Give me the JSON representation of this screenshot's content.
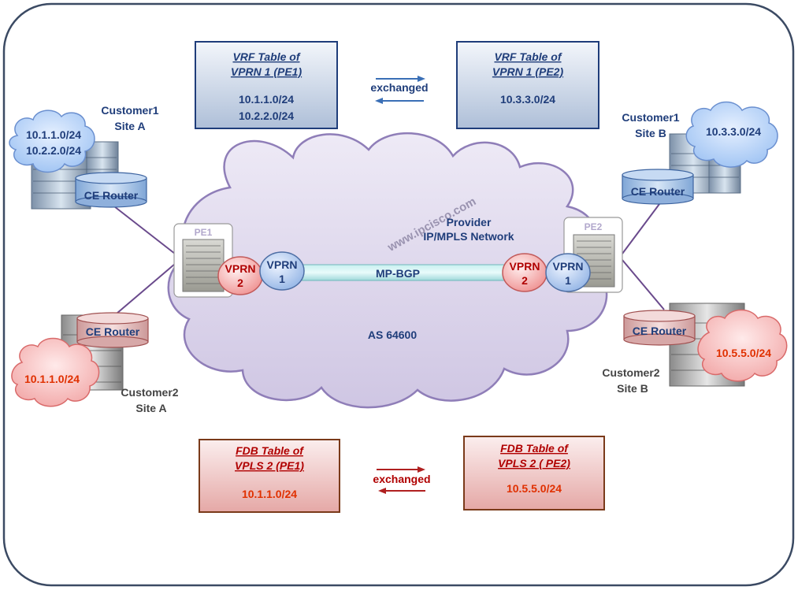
{
  "vrf_left": {
    "title_line1": "VRF Table of",
    "title_line2": "VPRN 1 (PE1)",
    "entry1": "10.1.1.0/24",
    "entry2": "10.2.2.0/24"
  },
  "vrf_right": {
    "title_line1": "VRF Table of",
    "title_line2": "VPRN 1 (PE2)",
    "entry1": "10.3.3.0/24"
  },
  "vrf_exchange": "exchanged",
  "fdb_left": {
    "title_line1": "FDB Table of",
    "title_line2": "VPLS 2  (PE1)",
    "entry1": "10.1.1.0/24"
  },
  "fdb_right": {
    "title_line1": "FDB Table of",
    "title_line2": "VPLS 2  ( PE2)",
    "entry1": "10.5.5.0/24"
  },
  "fdb_exchange": "exchanged",
  "provider": {
    "line1": "Provider",
    "line2": "IP/MPLS Network",
    "watermark": "www.ipcisco.com",
    "as": "AS 64600"
  },
  "pe1": {
    "label": "PE1",
    "vprn_red": {
      "line1": "VPRN",
      "line2": "2"
    },
    "vprn_blue": {
      "line1": "VPRN",
      "line2": "1"
    }
  },
  "pe2": {
    "label": "PE2",
    "vprn_red": {
      "line1": "VPRN",
      "line2": "2"
    },
    "vprn_blue": {
      "line1": "VPRN",
      "line2": "1"
    }
  },
  "mpbgp": "MP-BGP",
  "customer1_site_a": {
    "line1": "Customer1",
    "line2": "Site A",
    "subnet1": "10.1.1.0/24",
    "subnet2": "10.2.2.0/24",
    "router": "CE Router"
  },
  "customer1_site_b": {
    "line1": "Customer1",
    "line2": "Site B",
    "subnet1": "10.3.3.0/24",
    "router": "CE Router"
  },
  "customer2_site_a": {
    "line1": "Customer2",
    "line2": "Site A",
    "subnet1": "10.1.1.0/24",
    "router": "CE Router"
  },
  "customer2_site_b": {
    "line1": "Customer2",
    "line2": "Site B",
    "subnet1": "10.5.5.0/24",
    "router": "CE Router"
  },
  "colors": {
    "blue_text": "#1f3d7a",
    "red_text": "#e03000",
    "dark_red": "#b00000",
    "link": "#6a4a8c",
    "cloud": "#dcd6ec"
  }
}
